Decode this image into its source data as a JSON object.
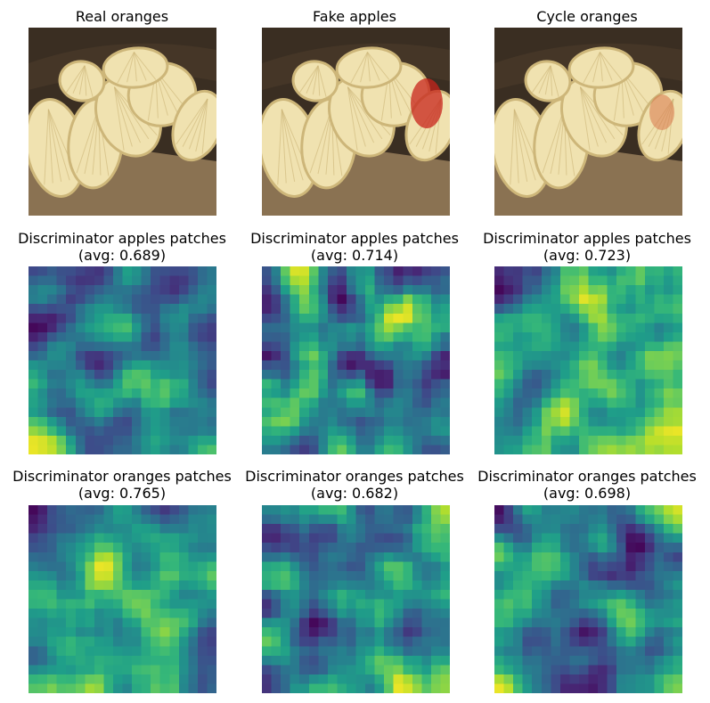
{
  "figure": {
    "rows": [
      {
        "kind": "photo",
        "panels": [
          {
            "title": "Real oranges",
            "variant": "real"
          },
          {
            "title": "Fake apples",
            "variant": "fake"
          },
          {
            "title": "Cycle oranges",
            "variant": "cycle"
          }
        ]
      },
      {
        "kind": "heatmap",
        "panels": [
          {
            "title": "Discriminator apples patches",
            "subtitle": "(avg: 0.689)"
          },
          {
            "title": "Discriminator apples patches",
            "subtitle": "(avg: 0.714)"
          },
          {
            "title": "Discriminator apples patches",
            "subtitle": "(avg: 0.723)"
          }
        ]
      },
      {
        "kind": "heatmap",
        "panels": [
          {
            "title": "Discriminator oranges patches",
            "subtitle": "(avg: 0.765)"
          },
          {
            "title": "Discriminator oranges patches",
            "subtitle": "(avg: 0.682)"
          },
          {
            "title": "Discriminator oranges patches",
            "subtitle": "(avg: 0.698)"
          }
        ]
      }
    ],
    "colormap": "viridis",
    "colors": {
      "background": "#ffffff",
      "text": "#000000",
      "photo_backdrop": "#3a2e22",
      "photo_table": "#8a7252",
      "orange_flesh": "#f0e2b0",
      "orange_segment_edge": "#cdb679",
      "apple_red": "#c8241c"
    }
  }
}
